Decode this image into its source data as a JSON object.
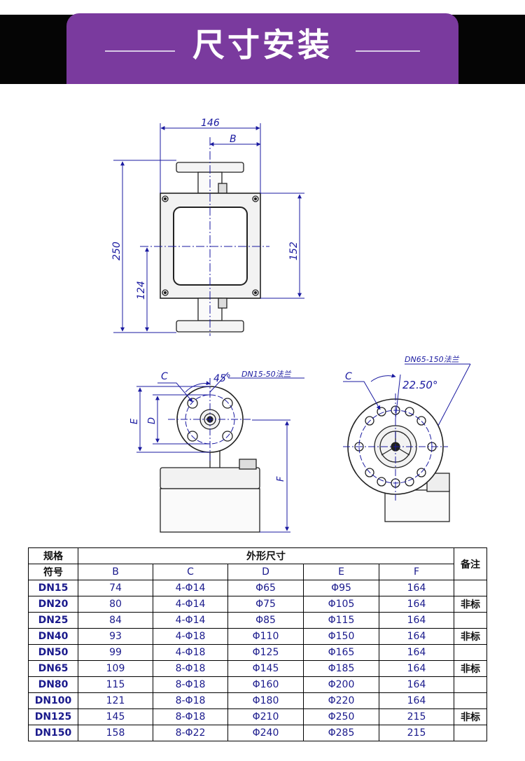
{
  "header": {
    "title": "尺寸安装"
  },
  "drawing": {
    "top_view": {
      "dim_width": "146",
      "dim_b": "B",
      "dim_height": "250",
      "dim_lower": "124",
      "dim_side": "152"
    },
    "small_flange": {
      "label_c": "C",
      "label_angle": "45°",
      "label_flange": "DN15-50法兰",
      "label_e": "E",
      "label_d": "D",
      "label_f": "F"
    },
    "large_flange": {
      "label_c": "C",
      "label_angle": "22.50°",
      "label_flange": "DN65-150法兰"
    }
  },
  "table": {
    "header_spec": "规格",
    "header_dims": "外形尺寸",
    "header_note": "备注",
    "header_code": "符号",
    "columns": [
      "B",
      "C",
      "D",
      "E",
      "F"
    ],
    "rows": [
      {
        "model": "DN15",
        "b": "74",
        "c": "4-Φ14",
        "d": "Φ65",
        "e": "Φ95",
        "f": "164",
        "note": ""
      },
      {
        "model": "DN20",
        "b": "80",
        "c": "4-Φ14",
        "d": "Φ75",
        "e": "Φ105",
        "f": "164",
        "note": "非标"
      },
      {
        "model": "DN25",
        "b": "84",
        "c": "4-Φ14",
        "d": "Φ85",
        "e": "Φ115",
        "f": "164",
        "note": ""
      },
      {
        "model": "DN40",
        "b": "93",
        "c": "4-Φ18",
        "d": "Φ110",
        "e": "Φ150",
        "f": "164",
        "note": "非标"
      },
      {
        "model": "DN50",
        "b": "99",
        "c": "4-Φ18",
        "d": "Φ125",
        "e": "Φ165",
        "f": "164",
        "note": ""
      },
      {
        "model": "DN65",
        "b": "109",
        "c": "8-Φ18",
        "d": "Φ145",
        "e": "Φ185",
        "f": "164",
        "note": "非标"
      },
      {
        "model": "DN80",
        "b": "115",
        "c": "8-Φ18",
        "d": "Φ160",
        "e": "Φ200",
        "f": "164",
        "note": ""
      },
      {
        "model": "DN100",
        "b": "121",
        "c": "8-Φ18",
        "d": "Φ180",
        "e": "Φ220",
        "f": "164",
        "note": ""
      },
      {
        "model": "DN125",
        "b": "145",
        "c": "8-Φ18",
        "d": "Φ210",
        "e": "Φ250",
        "f": "215",
        "note": "非标"
      },
      {
        "model": "DN150",
        "b": "158",
        "c": "8-Φ22",
        "d": "Φ240",
        "e": "Φ285",
        "f": "215",
        "note": ""
      }
    ]
  }
}
